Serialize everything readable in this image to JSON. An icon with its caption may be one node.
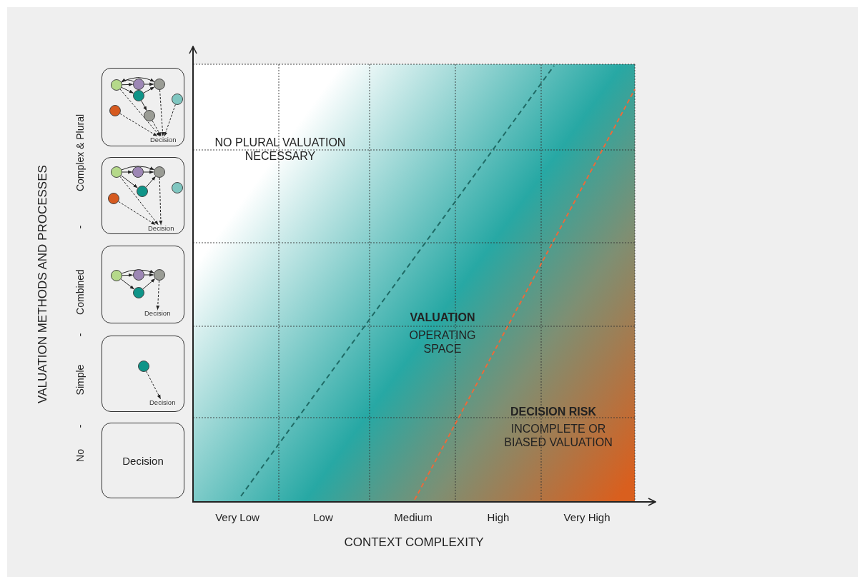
{
  "diagram": {
    "nodes": [
      {
        "text": [],
        "shape": "box"
      },
      {
        "text": [],
        "shape": "circle",
        "in": 0
      },
      {
        "text": [],
        "shape": "circle",
        "in": 0
      },
      {
        "text": [],
        "shape": "circle",
        "in": 0
      },
      {
        "text": [],
        "shape": "circle",
        "in": 0
      },
      {
        "text": [],
        "shape": "circle",
        "in": 0
      },
      {
        "text": [],
        "shape": "circle",
        "in": 0
      },
      {
        "text": [],
        "shape": "circle",
        "in": 0
      },
      {
        "text": [
          "Decision"
        ],
        "in": 0
      },
      {
        "text": [],
        "shape": "box"
      },
      {
        "text": [],
        "shape": "circle",
        "in": 9
      },
      {
        "text": [],
        "shape": "circle",
        "in": 9
      },
      {
        "text": [],
        "shape": "circle",
        "in": 9
      },
      {
        "text": [],
        "shape": "circle",
        "in": 9
      },
      {
        "text": [],
        "shape": "circle",
        "in": 9
      },
      {
        "text": [],
        "shape": "circle",
        "in": 9
      },
      {
        "text": [
          "Decision"
        ],
        "in": 9
      },
      {
        "text": [],
        "shape": "box"
      },
      {
        "text": [],
        "shape": "circle",
        "in": 17
      },
      {
        "text": [],
        "shape": "circle",
        "in": 17
      },
      {
        "text": [],
        "shape": "circle",
        "in": 17
      },
      {
        "text": [],
        "shape": "circle",
        "in": 17
      },
      {
        "text": [
          "Decision"
        ],
        "in": 17
      },
      {
        "text": [],
        "shape": "box"
      },
      {
        "text": [],
        "shape": "circle",
        "in": 23
      },
      {
        "text": [
          "Decision"
        ],
        "in": 23
      },
      {
        "text": [
          "Decision"
        ]
      }
    ],
    "edges": [
      {
        "from": 1,
        "to": 2,
        "arrow": "to"
      },
      {
        "from": 2,
        "to": 3,
        "arrow": "to"
      },
      {
        "from": 1,
        "to": 4,
        "arrow": "to"
      },
      {
        "from": 4,
        "to": 3,
        "arrow": "to"
      },
      {
        "from": 4,
        "to": 6,
        "arrow": "to"
      },
      {
        "from": 1,
        "to": 3,
        "arrow": "to"
      },
      {
        "from": 2,
        "to": 1,
        "arrow": "to"
      },
      {
        "from": 1,
        "to": 8,
        "arrow": "to",
        "style": "dashed"
      },
      {
        "from": 5,
        "to": 8,
        "arrow": "to",
        "style": "dashed"
      },
      {
        "from": 6,
        "to": 8,
        "arrow": "to",
        "style": "dashed"
      },
      {
        "from": 3,
        "to": 8,
        "arrow": "to",
        "style": "dashed"
      },
      {
        "from": 7,
        "to": 8,
        "arrow": "to",
        "style": "dashed"
      },
      {
        "from": 10,
        "to": 11,
        "arrow": "to"
      },
      {
        "from": 11,
        "to": 12,
        "arrow": "to"
      },
      {
        "from": 10,
        "to": 13,
        "arrow": "to"
      },
      {
        "from": 13,
        "to": 12,
        "arrow": "to"
      },
      {
        "from": 10,
        "to": 12,
        "arrow": "to"
      },
      {
        "from": 10,
        "to": 16,
        "arrow": "to",
        "style": "dashed"
      },
      {
        "from": 14,
        "to": 16,
        "arrow": "to",
        "style": "dashed"
      },
      {
        "from": 12,
        "to": 16,
        "arrow": "to",
        "style": "dashed"
      },
      {
        "from": 18,
        "to": 19,
        "arrow": "to"
      },
      {
        "from": 19,
        "to": 20,
        "arrow": "to"
      },
      {
        "from": 18,
        "to": 21,
        "arrow": "to"
      },
      {
        "from": 21,
        "to": 20,
        "arrow": "to"
      },
      {
        "from": 18,
        "to": 20,
        "arrow": "to"
      },
      {
        "from": 20,
        "to": 22,
        "arrow": "to",
        "style": "dashed"
      },
      {
        "from": 24,
        "to": 25,
        "arrow": "to",
        "style": "dashed"
      }
    ],
    "labels": [
      "VALUATION METHODS AND PROCESSES",
      "Complex & Plural",
      "-",
      "Combined",
      "-",
      "Simple",
      "-",
      "No",
      "NO PLURAL VALUATION NECESSARY",
      "VALUATION",
      "OPERATING SPACE",
      "DECISION RISK",
      "INCOMPLETE OR BIASED VALUATION",
      "Very Low",
      "Low",
      "Medium",
      "High",
      "Very High",
      "CONTEXT COMPLEXITY"
    ]
  }
}
